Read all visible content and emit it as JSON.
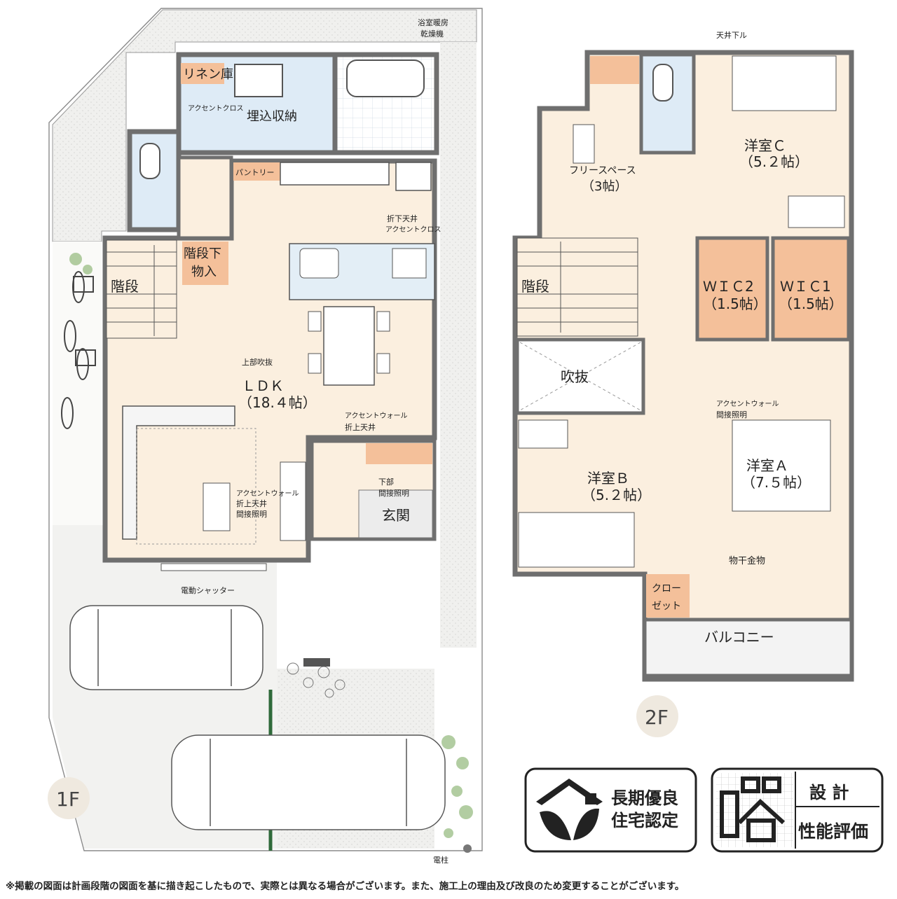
{
  "floors": {
    "first": {
      "label": "1F",
      "rooms": {
        "linen": "リネン庫",
        "accent_cloth_bath": "アクセントクロス",
        "built_in_storage": "埋込収納",
        "bath_dryer_1": "浴室暖房",
        "bath_dryer_2": "乾燥機",
        "pantry": "パントリー",
        "folded_ceiling_1": "折下天井",
        "folded_ceiling_2": "アクセントクロス",
        "under_stair_1": "階段下",
        "under_stair_2": "物入",
        "stairs": "階段",
        "void_above": "上部吹抜",
        "ldk": "ＬＤＫ",
        "ldk_size": "（18.４帖）",
        "accent_wall_ceiling_1": "アクセントウォール",
        "accent_wall_ceiling_2": "折上天井",
        "living_accent_1": "アクセントウォール",
        "living_accent_2": "折上天井",
        "living_accent_3": "間接照明",
        "lower_lighting_1": "下部",
        "lower_lighting_2": "間接照明",
        "entrance": "玄関",
        "shutter": "電動シャッター",
        "pole": "電柱"
      }
    },
    "second": {
      "label": "2F",
      "rooms": {
        "ceiling_lower": "天井下ル",
        "free_space": "フリースペース",
        "free_space_size": "（3帖）",
        "room_c": "洋室Ｃ",
        "room_c_size": "（5.２帖）",
        "stairs": "階段",
        "wic2": "ＷＩＣ2",
        "wic2_size": "（1.5帖）",
        "wic1": "ＷＩＣ1",
        "wic1_size": "（1.5帖）",
        "void": "吹抜",
        "accent_wall_1": "アクセントウォール",
        "accent_wall_2": "間接照明",
        "room_a": "洋室Ａ",
        "room_a_size": "（7.５帖）",
        "room_b": "洋室Ｂ",
        "room_b_size": "（5.２帖）",
        "drying_hardware": "物干金物",
        "closet_1": "クロー",
        "closet_2": "ゼット",
        "balcony": "バルコニー"
      }
    }
  },
  "badges": {
    "long_term": {
      "line1": "長期優良",
      "line2": "住宅認定",
      "icon": "house-leaf-icon"
    },
    "performance": {
      "line1": "設 計",
      "line2": "性能評価",
      "icon": "house-grid-icon"
    }
  },
  "footer_note": "※掲載の図面は計画段階の図面を基に描き起こしたもので、実際とは異なる場合がございます。また、施工上の理由及び改良のため変更することがございます。",
  "colors": {
    "wall": "#707070",
    "floor": "#fbefdf",
    "wet_area": "#deebf6",
    "storage": "#f4c09a",
    "exterior": "#f1f1ef",
    "greenery": "#9fc18b",
    "floor_label_circle": "#efe9df"
  }
}
